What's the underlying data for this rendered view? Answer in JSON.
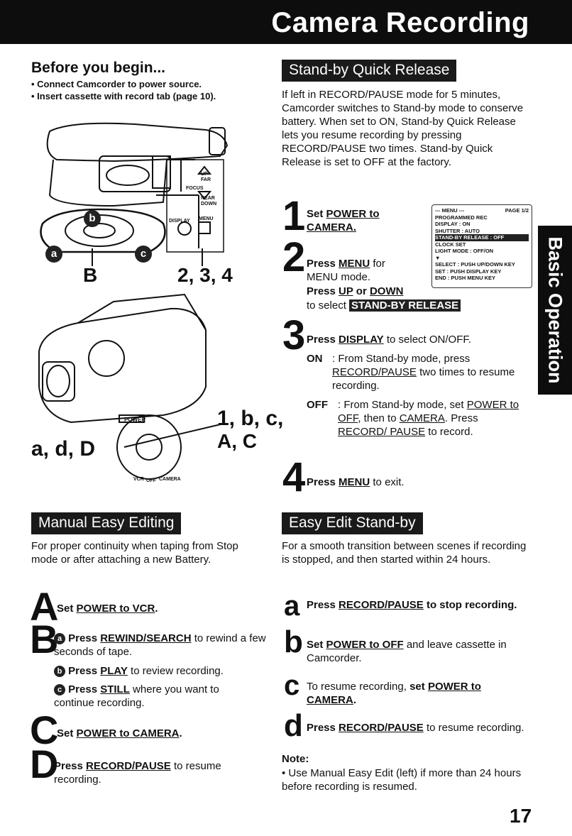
{
  "header": {
    "title": "Camera Recording"
  },
  "side_tab": {
    "label": "Basic Operation"
  },
  "page_number": "17",
  "before": {
    "title": "Before you begin...",
    "items": [
      "• Connect Camcorder to power source.",
      "• Insert cassette with record tab (page 10)."
    ]
  },
  "diagram": {
    "label_b": "B",
    "label_234": "2, 3, 4",
    "label_1bc": "1, b, c,",
    "label_ac": "A, C",
    "label_adD": "a, d, D",
    "btn_up": "UP",
    "btn_far": "FAR",
    "btn_focus": "FOCUS",
    "btn_near": "NEAR",
    "btn_down": "DOWN",
    "btn_display": "DISPLAY",
    "btn_menu": "MENU",
    "btn_power": "POWER",
    "sw_vcr": "VCR",
    "sw_off": "OFF",
    "sw_camera": "CAMERA",
    "circ_a": "a",
    "circ_b": "b",
    "circ_c": "c"
  },
  "standby": {
    "title": "Stand-by Quick Release",
    "intro": "If left in RECORD/PAUSE mode for 5 minutes, Camcorder switches to Stand-by mode to conserve battery. When set to ON, Stand-by Quick Release lets you resume recording by pressing RECORD/PAUSE two times. Stand-by Quick Release is set to OFF at the factory.",
    "s1_num": "1",
    "s1_a": "Set ",
    "s1_b": "POWER to CAMERA.",
    "s2_num": "2",
    "s2_a": "Press ",
    "s2_b": "MENU",
    "s2_c": " for MENU mode.",
    "s2_d": "Press ",
    "s2_e": "UP",
    "s2_f": " or ",
    "s2_g": "DOWN",
    "s2_h": "to select ",
    "s2_i": "STAND-BY RELEASE",
    "s3_num": "3",
    "s3_a": "Press ",
    "s3_b": "DISPLAY",
    "s3_c": " to select ON/OFF.",
    "on_label": "ON",
    "on_a": ": From Stand-by mode, press ",
    "on_b": "RECORD/PAUSE",
    "on_c": " two times to resume recording.",
    "off_label": "OFF",
    "off_a": ": From Stand-by mode, set ",
    "off_b": "POWER to OFF",
    "off_c": ", then to ",
    "off_d": "CAMERA",
    "off_e": ". Press ",
    "off_f": "RECORD/ PAUSE",
    "off_g": " to record.",
    "s4_num": "4",
    "s4_a": "Press ",
    "s4_b": "MENU",
    "s4_c": " to exit."
  },
  "menu": {
    "title": "--- MENU ---",
    "page": "PAGE 1/2",
    "rows": [
      "PROGRAMMED REC",
      "DISPLAY        : ON",
      "SHUTTER        : AUTO",
      "STAND-BY RELEASE  : OFF",
      "CLOCK SET",
      "LIGHT MODE    : OFF/ON",
      "▼",
      "SELECT : PUSH UP/DOWN KEY",
      "SET      : PUSH DISPLAY KEY",
      "END      : PUSH MENU KEY"
    ]
  },
  "manual": {
    "title": "Manual Easy Editing",
    "intro": "For proper continuity when taping from Stop mode or after attaching a new Battery.",
    "A": "A",
    "A_a": "Set ",
    "A_b": "POWER to VCR",
    ".": ".",
    "B": "B",
    "B1_a": "Press ",
    "B1_b": "REWIND/SEARCH",
    "B1_c": " to rewind a few seconds of tape.",
    "B2_a": "Press ",
    "B2_b": "PLAY",
    "B2_c": " to review recording.",
    "B3_a": "Press ",
    "B3_b": "STILL",
    "B3_c": " where you want to continue recording.",
    "C": "C",
    "C_a": "Set ",
    "C_b": "POWER to CAMERA",
    "D": "D",
    "D_a": "Press ",
    "D_b": "RECORD/PAUSE",
    "D_c": " to resume recording."
  },
  "easy": {
    "title": "Easy Edit Stand-by",
    "intro": "For a smooth transition between scenes if recording is stopped, and then started within 24 hours.",
    "a": "a",
    "a_a": "Press ",
    "a_b": "RECORD/PAUSE",
    "a_c": " to stop recording.",
    "b": "b",
    "b_a": "Set ",
    "b_b": "POWER to OFF",
    "b_c": " and leave cassette in Camcorder.",
    "c": "c",
    "c_a": "To resume recording, ",
    "c_b": "set ",
    "c_c": "POWER to CAMERA",
    "d": "d",
    "d_a": "Press ",
    "d_b": "RECORD/PAUSE",
    "d_c": " to resume recording.",
    "note_title": "Note:",
    "note": "• Use Manual Easy Edit (left) if more than 24 hours before recording is resumed."
  }
}
